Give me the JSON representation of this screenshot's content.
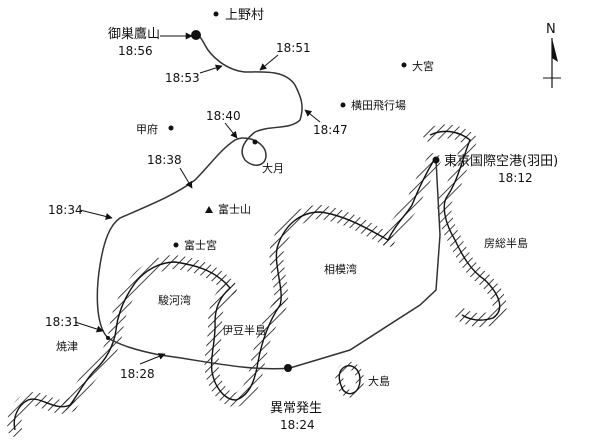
{
  "map": {
    "north_label": "N",
    "places": {
      "ueno": "上野村",
      "omiya": "大宮",
      "yokota": "横田飛行場",
      "kofu": "甲府",
      "otsuki": "大月",
      "fuji": "富士山",
      "fujinomiya": "富士宮",
      "sagami_bay": "相模湾",
      "boso": "房総半島",
      "suruga_bay": "駿河湾",
      "izu": "伊豆半島",
      "yaizu": "焼津",
      "oshima": "大島",
      "haneda": "東京国際空港(羽田)",
      "haneda_time": "18:12",
      "osutaka": "御巣鷹山",
      "osutaka_time": "18:56",
      "anomaly": "異常発生",
      "anomaly_time": "18:24"
    },
    "times": [
      "18:51",
      "18:53",
      "18:47",
      "18:40",
      "18:38",
      "18:34",
      "18:31",
      "18:28"
    ]
  }
}
